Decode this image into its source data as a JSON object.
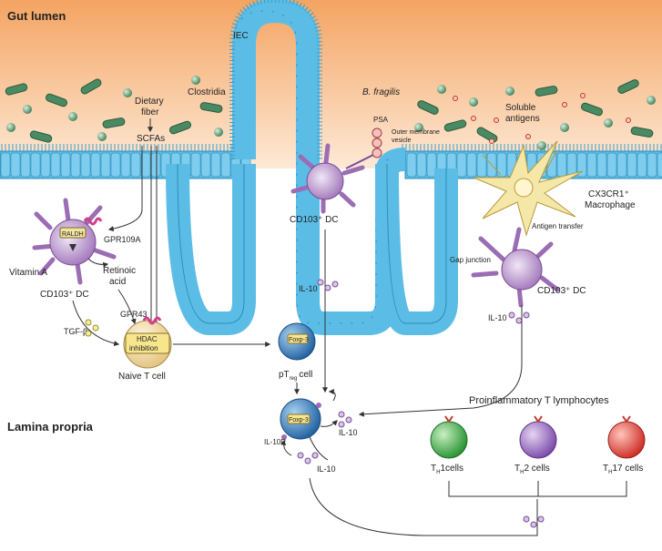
{
  "regions": {
    "gut_lumen": "Gut lumen",
    "lamina_propria": "Lamina propria"
  },
  "labels": {
    "iec": "IEC",
    "clostridia": "Clostridia",
    "b_fragilis": "B. fragilis",
    "dietary_fiber_1": "Dietary",
    "dietary_fiber_2": "fiber",
    "scfas": "SCFAs",
    "psa": "PSA",
    "omv_1": "Outer membrane",
    "omv_2": "vesicle",
    "soluble_antigens_1": "Soluble",
    "soluble_antigens_2": "antigens",
    "cd103_dc": "CD103⁺ DC",
    "cx3cr1_1": "CX3CR1⁺",
    "cx3cr1_2": "Macrophage",
    "antigen_transfer": "Antigen transfer",
    "gap_junction": "Gap junction",
    "raldh": "RALDH",
    "gpr109a": "GPR109A",
    "vitamin_a": "Vitamin A",
    "retinoic_1": "Retinoic",
    "retinoic_2": "acid",
    "gpr43": "GPR43",
    "tgf_beta": "TGF-β",
    "hdac_1": "HDAC",
    "hdac_2": "inhibition",
    "naive_t": "Naive T cell",
    "foxp3": "Foxp-3",
    "ptreg_p": "pT",
    "ptreg_sub": "reg",
    "ptreg_cell": "cell",
    "il10": "IL-10",
    "il10r": "IL-10R",
    "proinflammatory": "Proinflammatory T lymphocytes",
    "th1_t": "T",
    "th1_sub": "H",
    "th1_rest": "1cells",
    "th2_t": "T",
    "th2_sub": "H",
    "th2_rest": "2 cells",
    "th17_t": "T",
    "th17_sub": "H",
    "th17_rest": "17 cells"
  },
  "colors": {
    "lumen_top": "#f4a462",
    "lumen_bottom": "#fde6d2",
    "epithelium": "#5bbde6",
    "epithelium_dark": "#2d8cb8",
    "bacteria": "#7aa88b",
    "dc_purple": "#b48ac6",
    "macrophage": "#f2e4a5",
    "treg_blue": "#3a7fc0",
    "th1_green": "#3cb34a",
    "th2_purple": "#9b6cc2",
    "th17_red": "#e8403a",
    "naive": "#f3e0b0"
  }
}
